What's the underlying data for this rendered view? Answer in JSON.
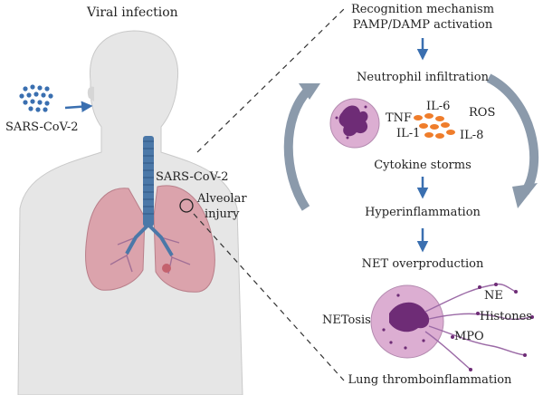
{
  "left": {
    "title": "Viral infection",
    "virus_label": "SARS-CoV-2",
    "airway_label": "SARS-CoV-2",
    "alveolar_label_1": "Alveolar",
    "alveolar_label_2": "injury"
  },
  "right": {
    "recognition_1": "Recognition mechanism",
    "recognition_2": "PAMP/DAMP activation",
    "neutrophil_infiltration": "Neutrophil infiltration",
    "cytokines": {
      "tnf": "TNF",
      "il6": "IL-6",
      "ros": "ROS",
      "il1": "IL-1",
      "il8": "IL-8"
    },
    "cytokine_storms": "Cytokine storms",
    "hyperinflammation": "Hyperinflammation",
    "net_overproduction": "NET overproduction",
    "netosis": "NETosis",
    "ne": "NE",
    "histones": "Histones",
    "mpo": "MPO",
    "lung_thromboinflammation": "Lung thromboinflammation"
  },
  "colors": {
    "arrow_blue": "#3a6fb0",
    "cycle_arrow": "#8b9aab",
    "body_skin": "#e6e6e6",
    "lung_pink": "#dba3ac",
    "trachea_blue": "#4b78a8",
    "cell_pink": "#dcaed2",
    "cytokine_orange": "#ef7d2b"
  }
}
